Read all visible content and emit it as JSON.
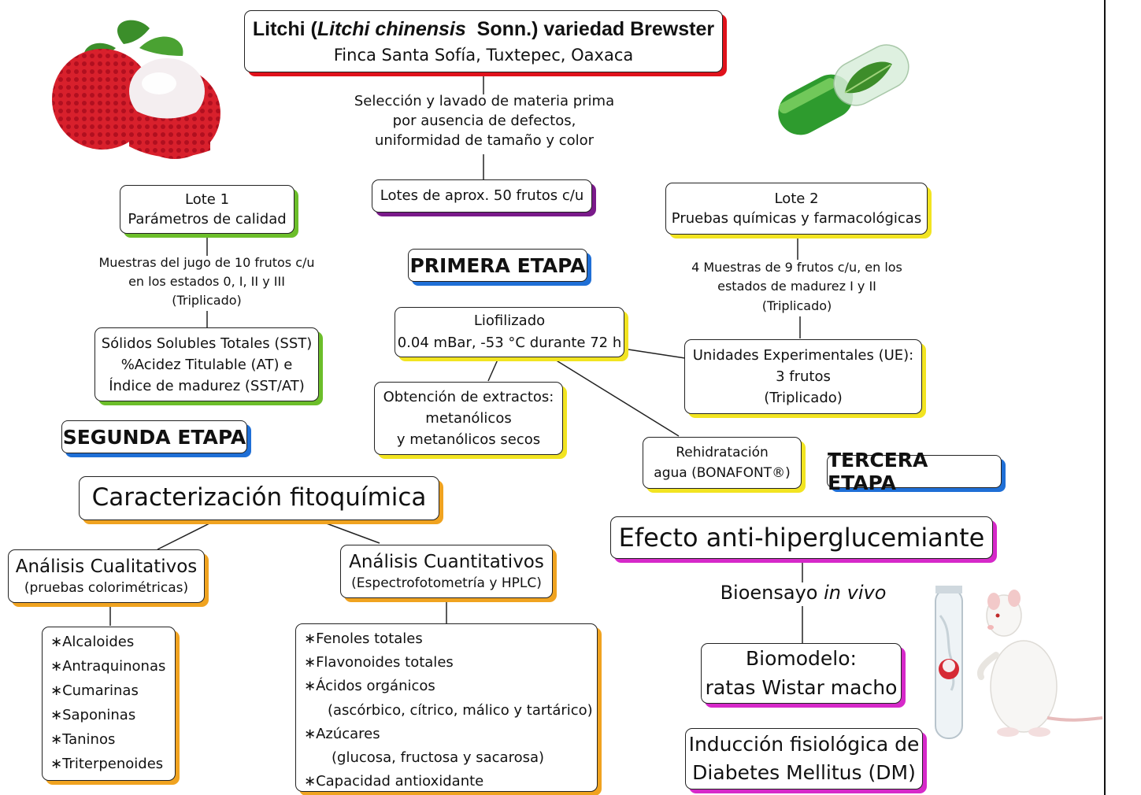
{
  "title": {
    "line1_pre": "Litchi (",
    "line1_italic": "Litchi chinensis",
    "line1_post": "  Sonn.) variedad Brewster",
    "line2": "Finca Santa Sofía, Tuxtepec, Oaxaca"
  },
  "seleccion": [
    "Selección y lavado de materia prima",
    "por ausencia de defectos,",
    "uniformidad de tamaño y color"
  ],
  "lotes": "Lotes de aprox. 50 frutos c/u",
  "primera_etapa": "PRIMERA ETAPA",
  "segunda_etapa": "SEGUNDA ETAPA",
  "tercera_etapa": "TERCERA ETAPA",
  "lote1": [
    "Lote 1",
    "Parámetros de calidad"
  ],
  "muestras_jugo": [
    "Muestras del jugo de 10 frutos c/u",
    "en los estados 0, I, II y III",
    "(Triplicado)"
  ],
  "sst": [
    "Sólidos Solubles Totales (SST)",
    "%Acidez Titulable (AT) e",
    "Índice de madurez (SST/AT)"
  ],
  "lote2": [
    "Lote 2",
    "Pruebas químicas y farmacológicas"
  ],
  "muestras_frutos": [
    "4 Muestras de 9 frutos c/u, en los",
    "estados de madurez I y II",
    "(Triplicado)"
  ],
  "ue": [
    "Unidades Experimentales (UE):",
    "3 frutos",
    "(Triplicado)"
  ],
  "liofilizado": [
    "Liofilizado",
    "0.04 mBar, -53 °C durante 72 h"
  ],
  "extractos": [
    "Obtención de extractos:",
    "metanólicos",
    "y metanólicos secos"
  ],
  "rehidratacion": [
    "Rehidratación",
    "agua (BONAFONT®)"
  ],
  "caracterizacion": "Caracterización fitoquímica",
  "cualitativos": [
    "Análisis Cualitativos",
    "(pruebas colorimétricas)"
  ],
  "cuantitativos": [
    "Análisis Cuantitativos",
    "(Espectrofotometría y HPLC)"
  ],
  "lista_cualitativa": [
    "∗Alcaloides",
    "∗Antraquinonas",
    "∗Cumarinas",
    "∗Saponinas",
    "∗Taninos",
    "∗Triterpenoides"
  ],
  "lista_cuantitativa": [
    "∗Fenoles totales",
    "∗Flavonoides totales",
    "∗Ácidos orgánicos",
    "(ascórbico, cítrico, málico y tartárico)",
    "∗Azúcares",
    "(glucosa, fructosa y sacarosa)",
    "∗Capacidad antioxidante"
  ],
  "efecto": "Efecto anti-hiperglucemiante",
  "bioensayo": {
    "text": "Bioensayo ",
    "italic": "in vivo"
  },
  "biomodelo": [
    "Biomodelo:",
    "ratas Wistar macho"
  ],
  "induccion": [
    "Inducción fisiológica de",
    "Diabetes Mellitus (DM)"
  ],
  "colors": {
    "red": "#e0121b",
    "purple": "#7a1a8a",
    "blue": "#1f6fd6",
    "green": "#6cbe2a",
    "yellow": "#f2e421",
    "orange": "#f0a320",
    "magenta": "#d629c9"
  }
}
